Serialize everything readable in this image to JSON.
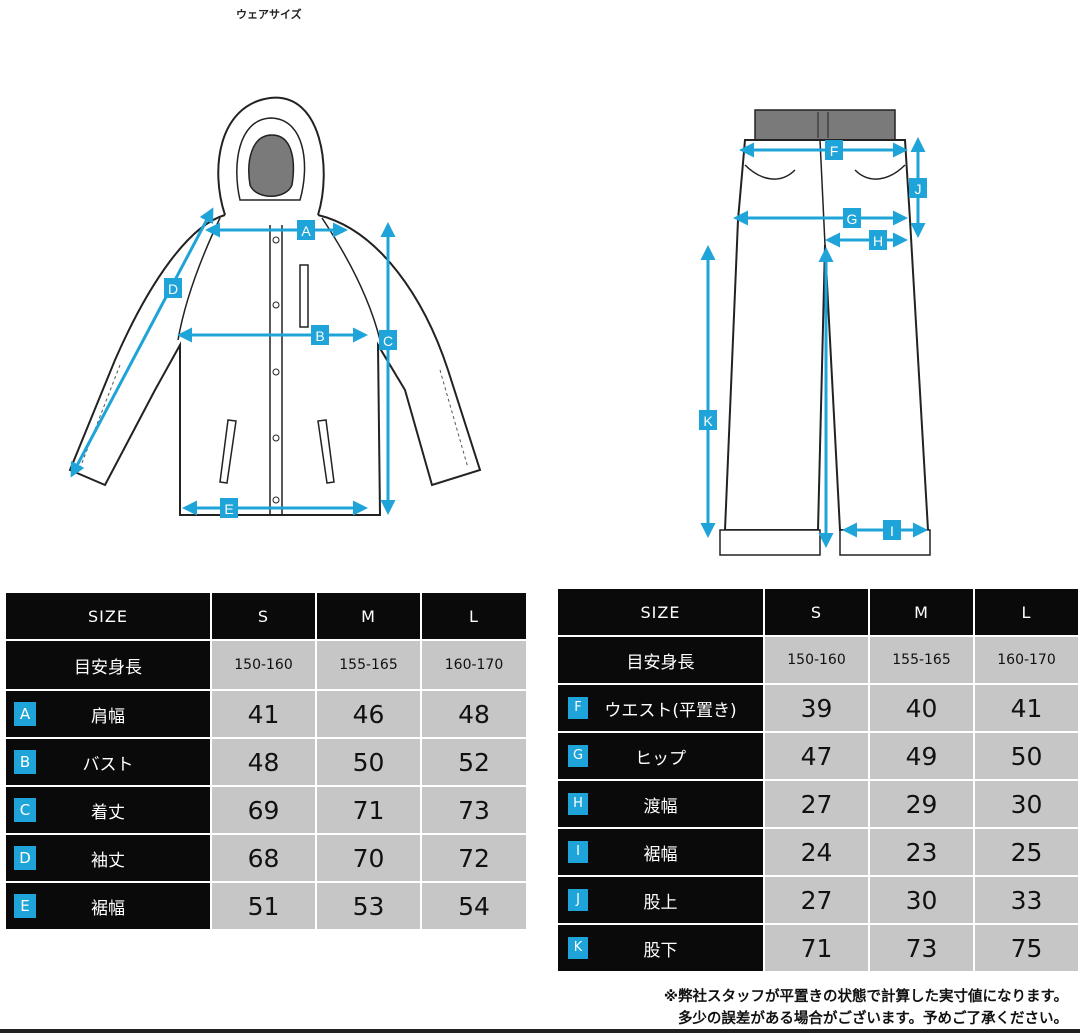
{
  "page_title": "ウェアサイズ",
  "jacket_labels": [
    "A",
    "B",
    "C",
    "D",
    "E"
  ],
  "pants_labels": [
    "F",
    "G",
    "H",
    "I",
    "J",
    "K"
  ],
  "accent_color": "#1ea4d8",
  "jacket_table": {
    "header": [
      "SIZE",
      "S",
      "M",
      "L"
    ],
    "height_row": {
      "label": "目安身長",
      "values": [
        "150-160",
        "155-165",
        "160-170"
      ]
    },
    "rows": [
      {
        "letter": "A",
        "label": "肩幅",
        "values": [
          "41",
          "46",
          "48"
        ]
      },
      {
        "letter": "B",
        "label": "バスト",
        "values": [
          "48",
          "50",
          "52"
        ]
      },
      {
        "letter": "C",
        "label": "着丈",
        "values": [
          "69",
          "71",
          "73"
        ]
      },
      {
        "letter": "D",
        "label": "袖丈",
        "values": [
          "68",
          "70",
          "72"
        ]
      },
      {
        "letter": "E",
        "label": "裾幅",
        "values": [
          "51",
          "53",
          "54"
        ]
      }
    ]
  },
  "pants_table": {
    "header": [
      "SIZE",
      "S",
      "M",
      "L"
    ],
    "height_row": {
      "label": "目安身長",
      "values": [
        "150-160",
        "155-165",
        "160-170"
      ]
    },
    "rows": [
      {
        "letter": "F",
        "label": "ウエスト(平置き)",
        "values": [
          "39",
          "40",
          "41"
        ]
      },
      {
        "letter": "G",
        "label": "ヒップ",
        "values": [
          "47",
          "49",
          "50"
        ]
      },
      {
        "letter": "H",
        "label": "渡幅",
        "values": [
          "27",
          "29",
          "30"
        ]
      },
      {
        "letter": "I",
        "label": "裾幅",
        "values": [
          "24",
          "23",
          "25"
        ]
      },
      {
        "letter": "J",
        "label": "股上",
        "values": [
          "27",
          "30",
          "33"
        ]
      },
      {
        "letter": "K",
        "label": "股下",
        "values": [
          "71",
          "73",
          "75"
        ]
      }
    ]
  },
  "footnote": {
    "line1": "※弊社スタッフが平置きの状態で計算した実寸値になります。",
    "line2": "多少の誤差がある場合がございます。予めご了承ください。"
  }
}
